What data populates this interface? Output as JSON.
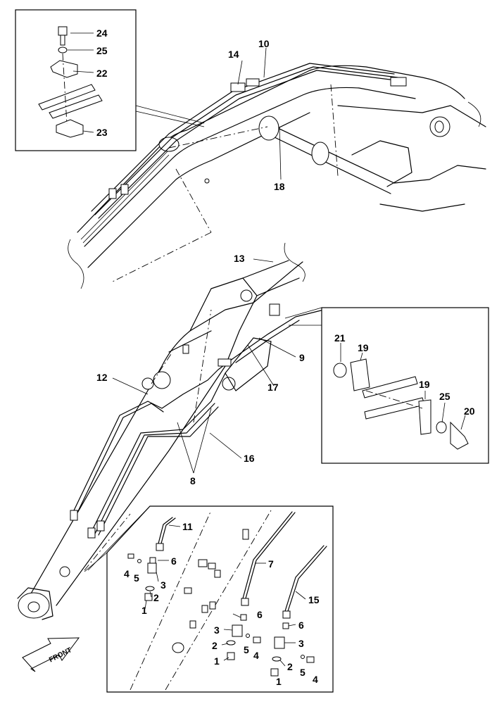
{
  "callouts": {
    "c24": "24",
    "c25a": "25",
    "c22": "22",
    "c23": "23",
    "c14": "14",
    "c10": "10",
    "c18": "18",
    "c13": "13",
    "c21": "21",
    "c19a": "19",
    "c19b": "19",
    "c9": "9",
    "c17": "17",
    "c12": "12",
    "c25b": "25",
    "c20": "20",
    "c16": "16",
    "c8": "8",
    "c11": "11",
    "c6a": "6",
    "c4a": "4",
    "c5a": "5",
    "c3a": "3",
    "c2a": "2",
    "c1a": "1",
    "c7": "7",
    "c15": "15",
    "c6b": "6",
    "c3b": "3",
    "c5b": "5",
    "c4b": "4",
    "c2b": "2",
    "c1b": "1",
    "c6c": "6",
    "c3c": "3",
    "c2c": "2",
    "c5c": "5",
    "c4c": "4",
    "c1c": "1"
  },
  "front_label": "FRONT"
}
